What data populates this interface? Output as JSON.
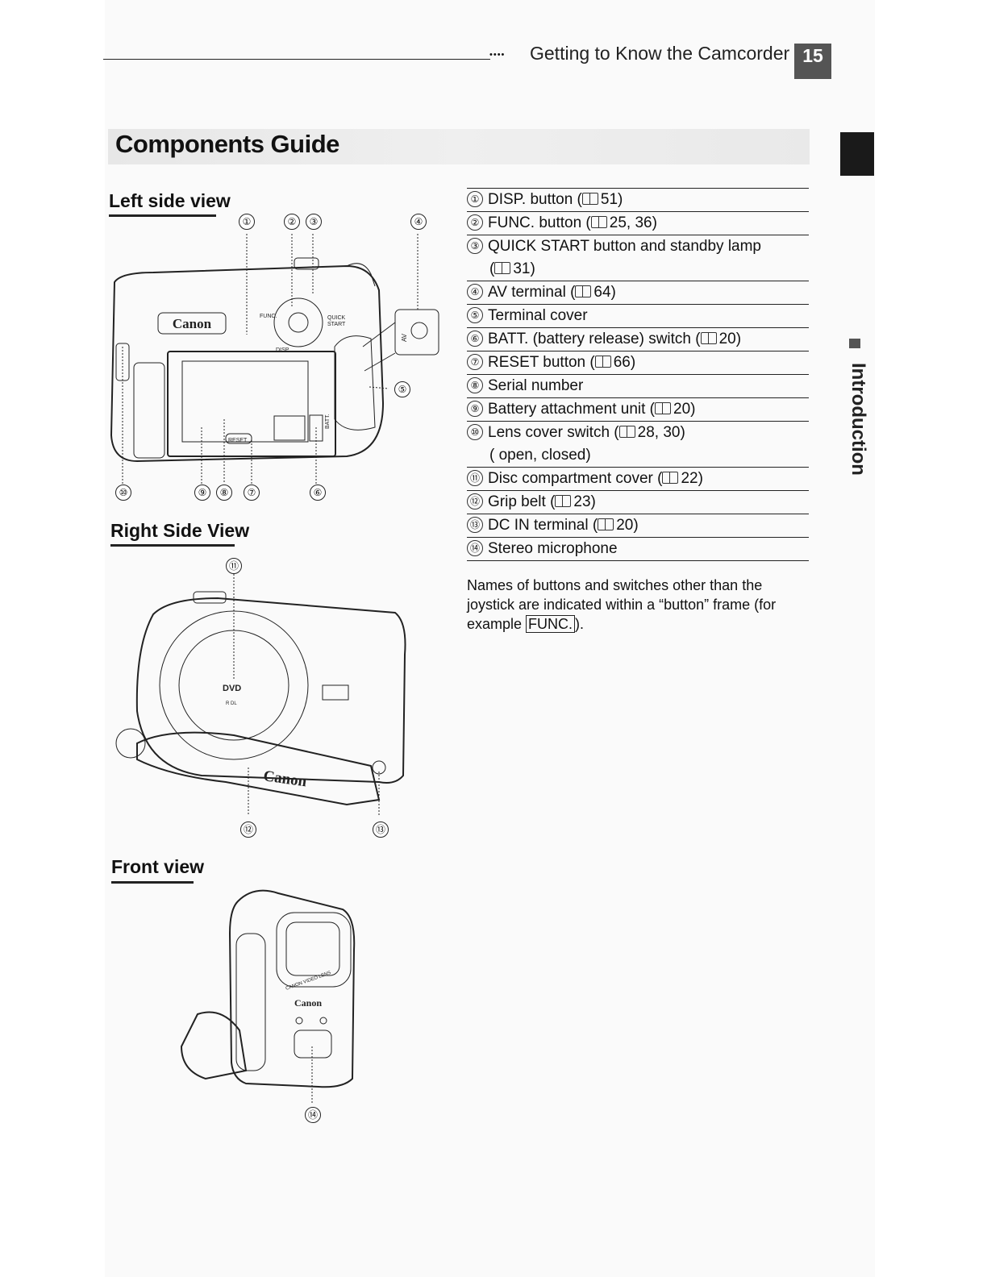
{
  "header": {
    "dots": "••••",
    "title": "Getting to Know the Camcorder",
    "page_number": "15"
  },
  "section_title": "Components Guide",
  "side_tab": "Introduction",
  "views": {
    "left": {
      "heading": "Left side view",
      "callouts": [
        "①",
        "②",
        "③",
        "④",
        "⑤",
        "⑥",
        "⑦",
        "⑧",
        "⑨",
        "⑩"
      ],
      "labels": {
        "brand": "Canon",
        "func": "FUNC.",
        "quick": "QUICK",
        "start": "START",
        "disp": "DISP.",
        "av": "AV",
        "reset": "RESET",
        "batt": "BATT."
      }
    },
    "right": {
      "heading": "Right Side View",
      "callouts": [
        "⑪",
        "⑫",
        "⑬"
      ],
      "labels": {
        "brand": "Canon",
        "dvd": "DVD",
        "dvd_sub": "R DL"
      }
    },
    "front": {
      "heading": "Front view",
      "callouts": [
        "⑭"
      ],
      "labels": {
        "brand": "Canon",
        "lens": "CANON VIDEO LENS"
      }
    }
  },
  "parts": [
    {
      "num": "①",
      "text": "DISP. button (",
      "ref": "51)"
    },
    {
      "num": "②",
      "text": "FUNC. button (",
      "ref": "25, 36)"
    },
    {
      "num": "③",
      "text": "QUICK START button and standby lamp",
      "cont_ref": "31)"
    },
    {
      "num": "④",
      "text": "AV terminal (",
      "ref": "64)"
    },
    {
      "num": "⑤",
      "text": "Terminal cover"
    },
    {
      "num": "⑥",
      "text": "BATT. (battery release) switch (",
      "ref": "20)"
    },
    {
      "num": "⑦",
      "text": "RESET button (",
      "ref": "66)"
    },
    {
      "num": "⑧",
      "text": "Serial number"
    },
    {
      "num": "⑨",
      "text": "Battery attachment unit (",
      "ref": "20)"
    },
    {
      "num": "⑩",
      "text": "Lens cover switch (",
      "ref": "28, 30)",
      "cont_text": "( open,  closed)"
    },
    {
      "num": "⑪",
      "text": "Disc compartment cover (",
      "ref": "22)"
    },
    {
      "num": "⑫",
      "text": "Grip belt (",
      "ref": "23)"
    },
    {
      "num": "⑬",
      "text": "DC IN terminal (",
      "ref": "20)"
    },
    {
      "num": "⑭",
      "text": "Stereo microphone"
    }
  ],
  "note": {
    "before": "Names of buttons and switches other than the joystick are indicated within a “button” frame (for example ",
    "framed": "FUNC.",
    "after": ")."
  }
}
